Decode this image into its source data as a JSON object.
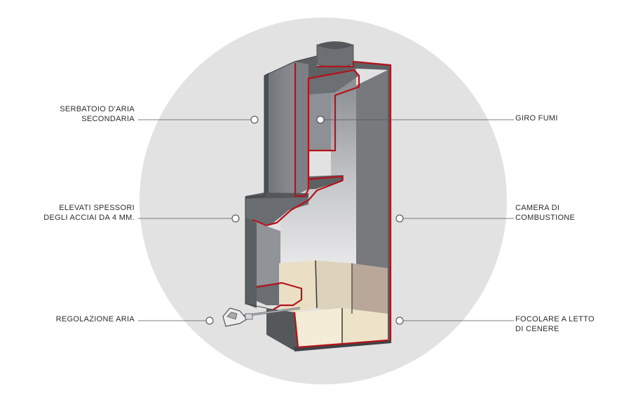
{
  "colors": {
    "background_circle": "#e2e2e3",
    "steel_dark": "#5a5d60",
    "steel_mid": "#7b7e82",
    "steel_light": "#9a9da1",
    "gasket_red": "#b5121b",
    "refractory_front": "#f4ecd6",
    "refractory_mid": "#dcd2bb",
    "refractory_back": "#b9a89a",
    "leader_line": "#555555"
  },
  "labels": {
    "secondary_air_tank": {
      "line1": "SERBATOIO D'ARIA",
      "line2": "SECONDARIA"
    },
    "steel_thickness": {
      "line1": "ELEVATI SPESSORI",
      "line2": "DEGLI ACCIAI DA 4 MM."
    },
    "air_regulation": {
      "line1": "REGOLAZIONE ARIA"
    },
    "smoke_path": {
      "line1": "GIRO FUMI"
    },
    "combustion_chamber": {
      "line1": "CAMERA DI",
      "line2": "COMBUSTIONE"
    },
    "ash_bed_hearth": {
      "line1": "FOCOLARE A LETTO",
      "line2": "DI CENERE"
    }
  }
}
